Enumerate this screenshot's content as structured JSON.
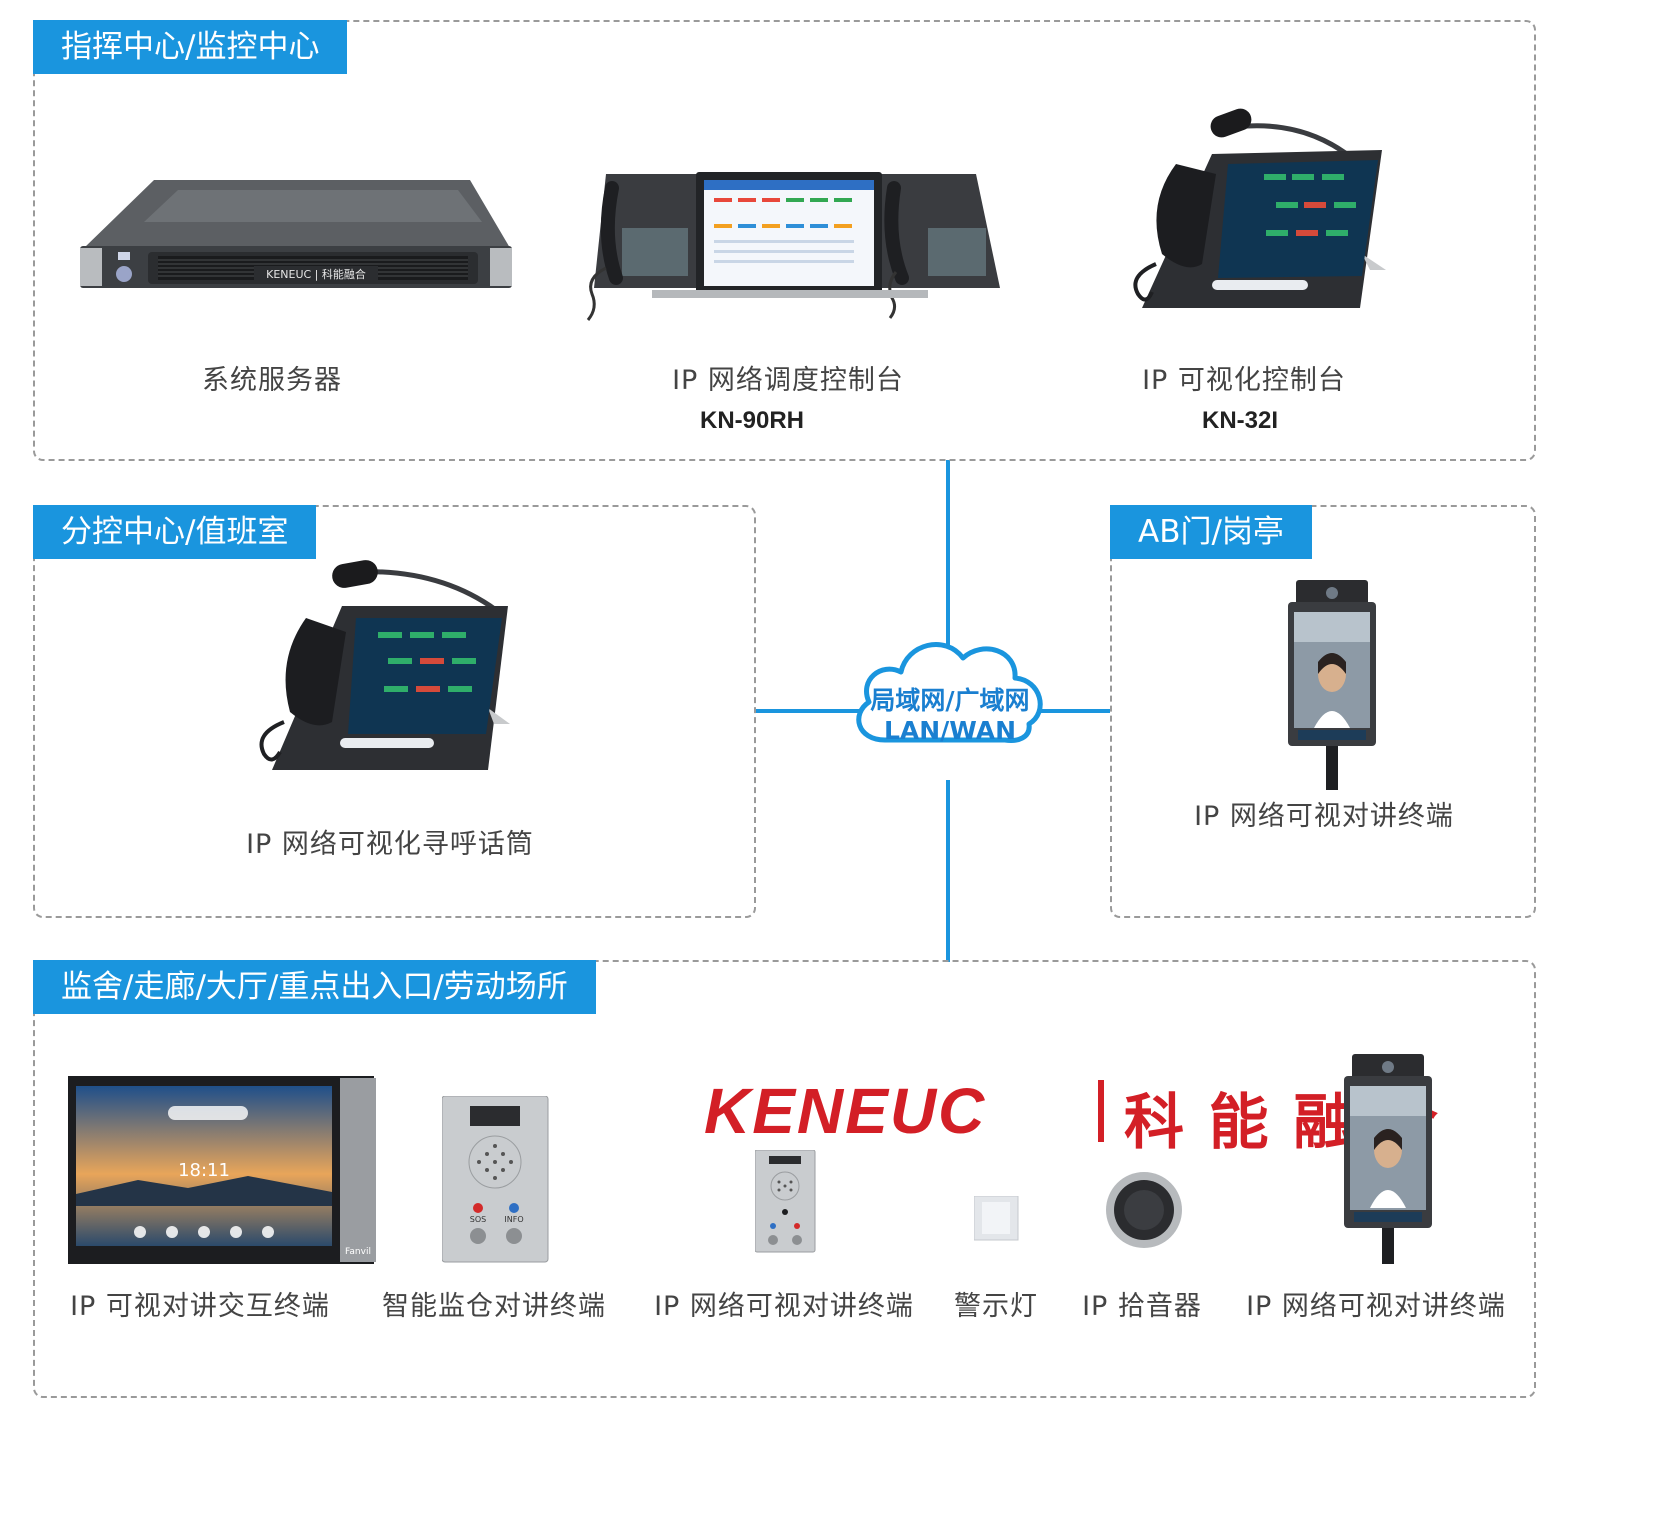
{
  "zones": {
    "command": {
      "title": "指挥中心/监控中心",
      "devices": [
        {
          "label": "系统服务器",
          "icon": "rack-server-icon"
        },
        {
          "label": "IP 网络调度控制台",
          "model": "KN-90RH",
          "icon": "dispatch-console-icon"
        },
        {
          "label": "IP 可视化控制台",
          "model": "KN-32I",
          "icon": "visual-console-icon"
        }
      ]
    },
    "branch": {
      "title": "分控中心/值班室",
      "devices": [
        {
          "label": "IP 网络可视化寻呼话筒",
          "icon": "paging-microphone-icon"
        }
      ]
    },
    "gate": {
      "title": "AB门/岗亭",
      "devices": [
        {
          "label": "IP 网络可视对讲终端",
          "icon": "face-terminal-icon"
        }
      ]
    },
    "cells": {
      "title": "监舍/走廊/大厅/重点出入口/劳动场所",
      "devices": [
        {
          "label": "IP 可视对讲交互终端",
          "icon": "interactive-terminal-icon"
        },
        {
          "label": "智能监仓对讲终端",
          "icon": "cell-intercom-icon"
        },
        {
          "label": "IP 网络可视对讲终端",
          "icon": "video-intercom-icon"
        },
        {
          "label": "警示灯",
          "icon": "warning-light-icon"
        },
        {
          "label": "IP 拾音器",
          "icon": "sound-pickup-icon"
        },
        {
          "label": "IP 网络可视对讲终端",
          "icon": "face-terminal-icon"
        }
      ]
    }
  },
  "network": {
    "line1": "局域网/广域网",
    "line2": "LAN/WAN",
    "color": "#1a95de"
  },
  "logo": {
    "brand": "KENEUC",
    "chinese": "科 能 融 合",
    "color": "#d31f26"
  },
  "device_text": {
    "server_brand": "KENEUC | 科能融合",
    "time": "18:11",
    "panel_brand": "Fanvil",
    "sos": "SOS",
    "info": "INFO"
  }
}
